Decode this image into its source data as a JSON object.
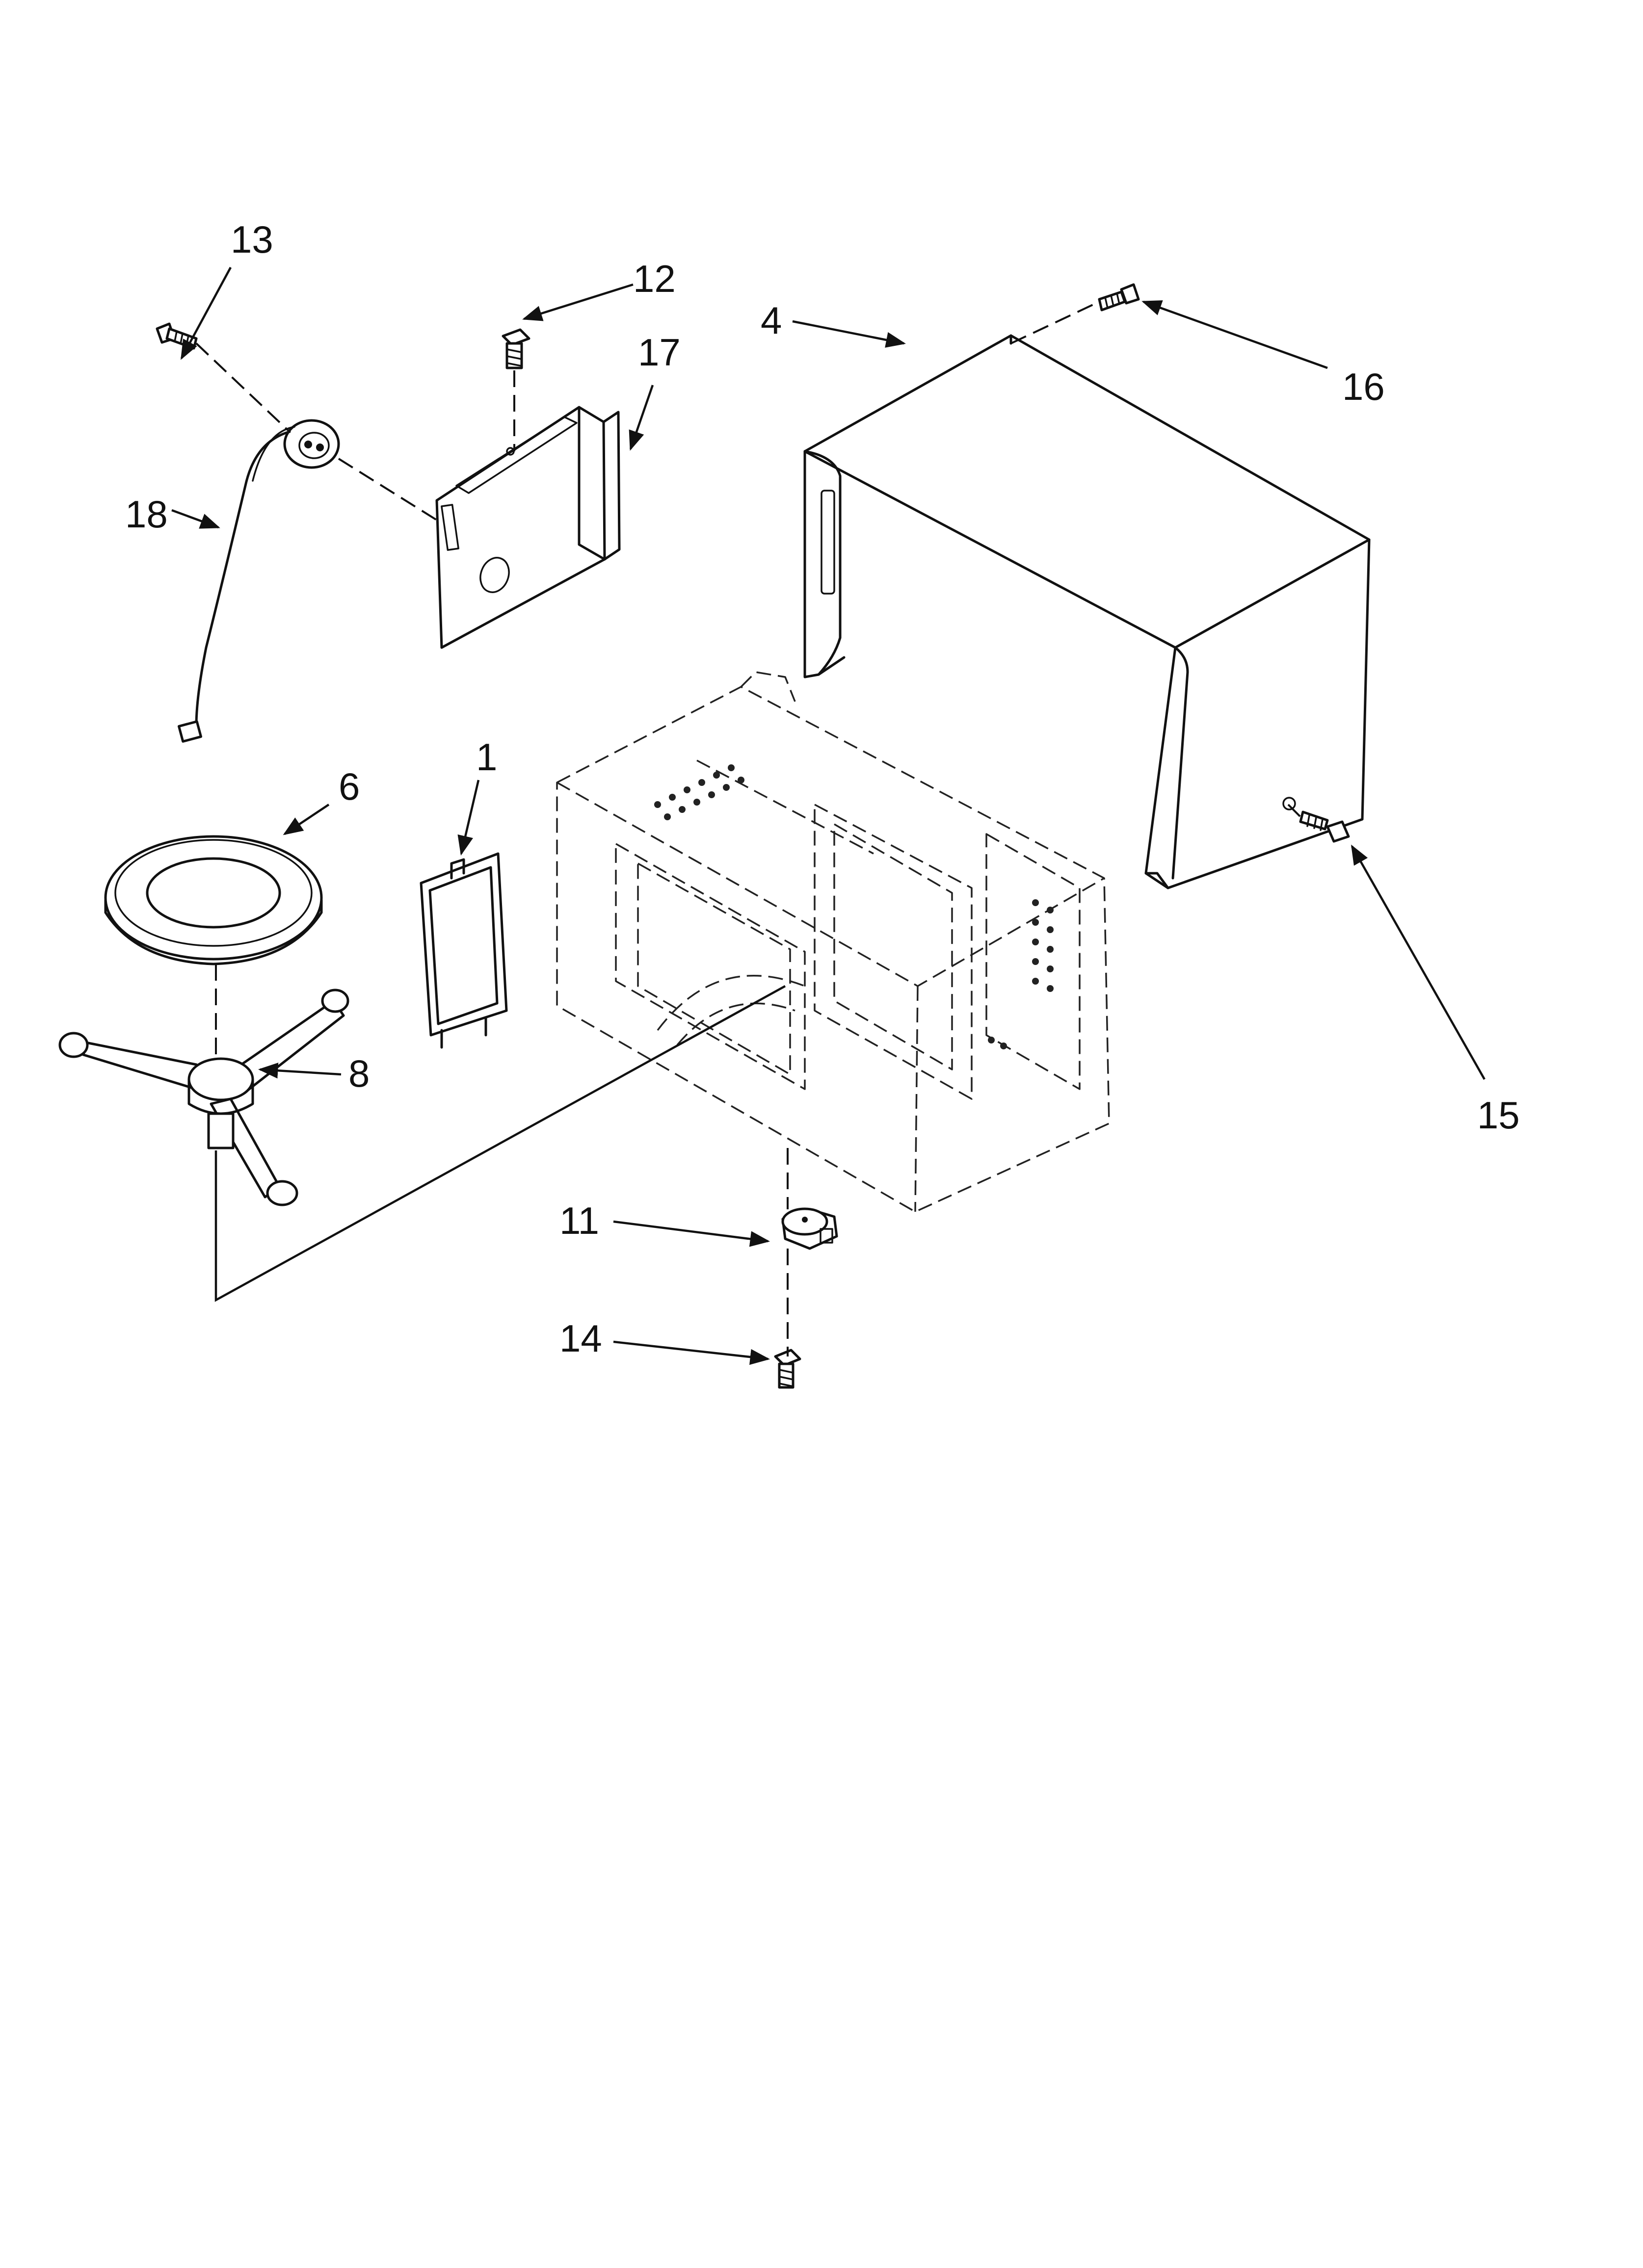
{
  "diagram": {
    "callouts": {
      "c1": "1",
      "c4": "4",
      "c6": "6",
      "c8": "8",
      "c11": "11",
      "c12": "12",
      "c13": "13",
      "c14": "14",
      "c15": "15",
      "c16": "16",
      "c17": "17",
      "c18": "18"
    },
    "ink_color": "#111111",
    "background": "#ffffff"
  }
}
